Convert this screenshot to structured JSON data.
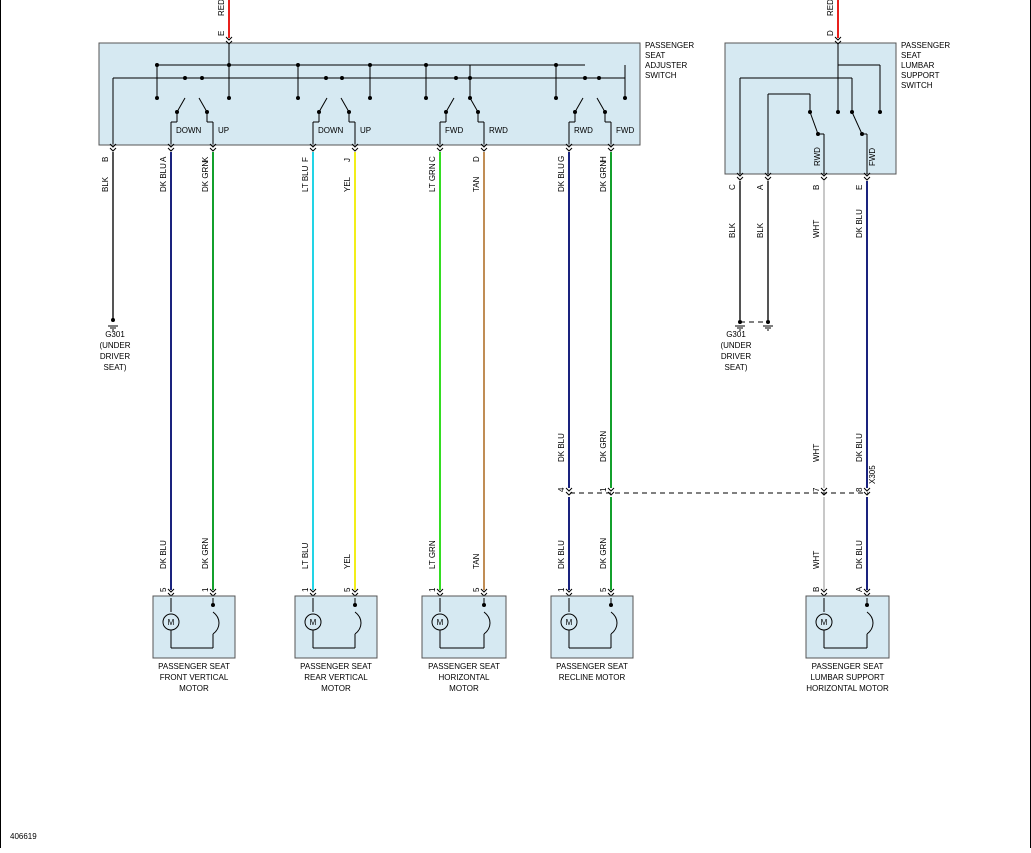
{
  "diagram_id": "406619",
  "top_wires": {
    "main": "RED",
    "lumbar": "RED"
  },
  "main_switch": {
    "title_lines": [
      "PASSENGER",
      "SEAT",
      "ADJUSTER",
      "SWITCH"
    ],
    "pins": [
      "B",
      "A",
      "K",
      "F",
      "J",
      "C",
      "D",
      "G",
      "H"
    ],
    "top_pin": "E",
    "contact_labels": [
      "DOWN",
      "UP",
      "DOWN",
      "UP",
      "FWD",
      "RWD",
      "RWD",
      "FWD"
    ]
  },
  "lumbar_switch": {
    "title_lines": [
      "PASSENGER",
      "SEAT",
      "LUMBAR",
      "SUPPORT",
      "SWITCH"
    ],
    "pins": [
      "C",
      "A",
      "B",
      "E"
    ],
    "top_pin": "D",
    "contact_labels": [
      "RWD",
      "FWD"
    ]
  },
  "switch_wire_colors": [
    "BLK",
    "DK BLU",
    "DK GRN",
    "LT BLU",
    "YEL",
    "LT GRN",
    "TAN",
    "DK BLU",
    "DK GRN"
  ],
  "lumbar_wire_colors": [
    "BLK",
    "BLK",
    "WHT",
    "DK BLU"
  ],
  "grounds": [
    {
      "lines": [
        "G301",
        "(UNDER",
        "DRIVER",
        "SEAT)"
      ]
    },
    {
      "lines": [
        "G301",
        "(UNDER",
        "DRIVER",
        "SEAT)"
      ]
    }
  ],
  "connector": {
    "name": "X305",
    "pins": [
      "4",
      "1",
      "7",
      "8"
    ],
    "colors_above": [
      "DK BLU",
      "DK GRN",
      "WHT",
      "DK BLU"
    ],
    "colors_below": [
      "DK BLU",
      "DK GRN",
      "WHT",
      "DK BLU"
    ]
  },
  "motors": [
    {
      "pins": [
        "5",
        "1"
      ],
      "colors": [
        "DK BLU",
        "DK GRN"
      ],
      "symbol": "M",
      "lines": [
        "PASSENGER SEAT",
        "FRONT VERTICAL",
        "MOTOR"
      ]
    },
    {
      "pins": [
        "1",
        "5"
      ],
      "colors": [
        "LT BLU",
        "YEL"
      ],
      "symbol": "M",
      "lines": [
        "PASSENGER SEAT",
        "REAR VERTICAL",
        "MOTOR"
      ]
    },
    {
      "pins": [
        "1",
        "5"
      ],
      "colors": [
        "LT GRN",
        "TAN"
      ],
      "symbol": "M",
      "lines": [
        "PASSENGER SEAT",
        "HORIZONTAL",
        "MOTOR"
      ]
    },
    {
      "pins": [
        "1",
        "5"
      ],
      "colors": [
        "DK BLU",
        "DK GRN"
      ],
      "symbol": "M",
      "lines": [
        "PASSENGER SEAT",
        "RECLINE MOTOR"
      ]
    },
    {
      "pins": [
        "B",
        "A"
      ],
      "colors": [
        "WHT",
        "DK BLU"
      ],
      "symbol": "M",
      "lines": [
        "PASSENGER SEAT",
        "LUMBAR SUPPORT",
        "HORIZONTAL MOTOR"
      ]
    }
  ],
  "colors": {
    "red": "#e8201c",
    "dk_blu": "#1a237e",
    "dk_grn": "#13a02c",
    "lt_blu": "#22d4e6",
    "yel": "#f2ee1a",
    "lt_grn": "#33dd22",
    "tan": "#c08d55",
    "blk": "#555555",
    "wht": "#c8c8c8",
    "box_fill": "#d6e9f2"
  }
}
